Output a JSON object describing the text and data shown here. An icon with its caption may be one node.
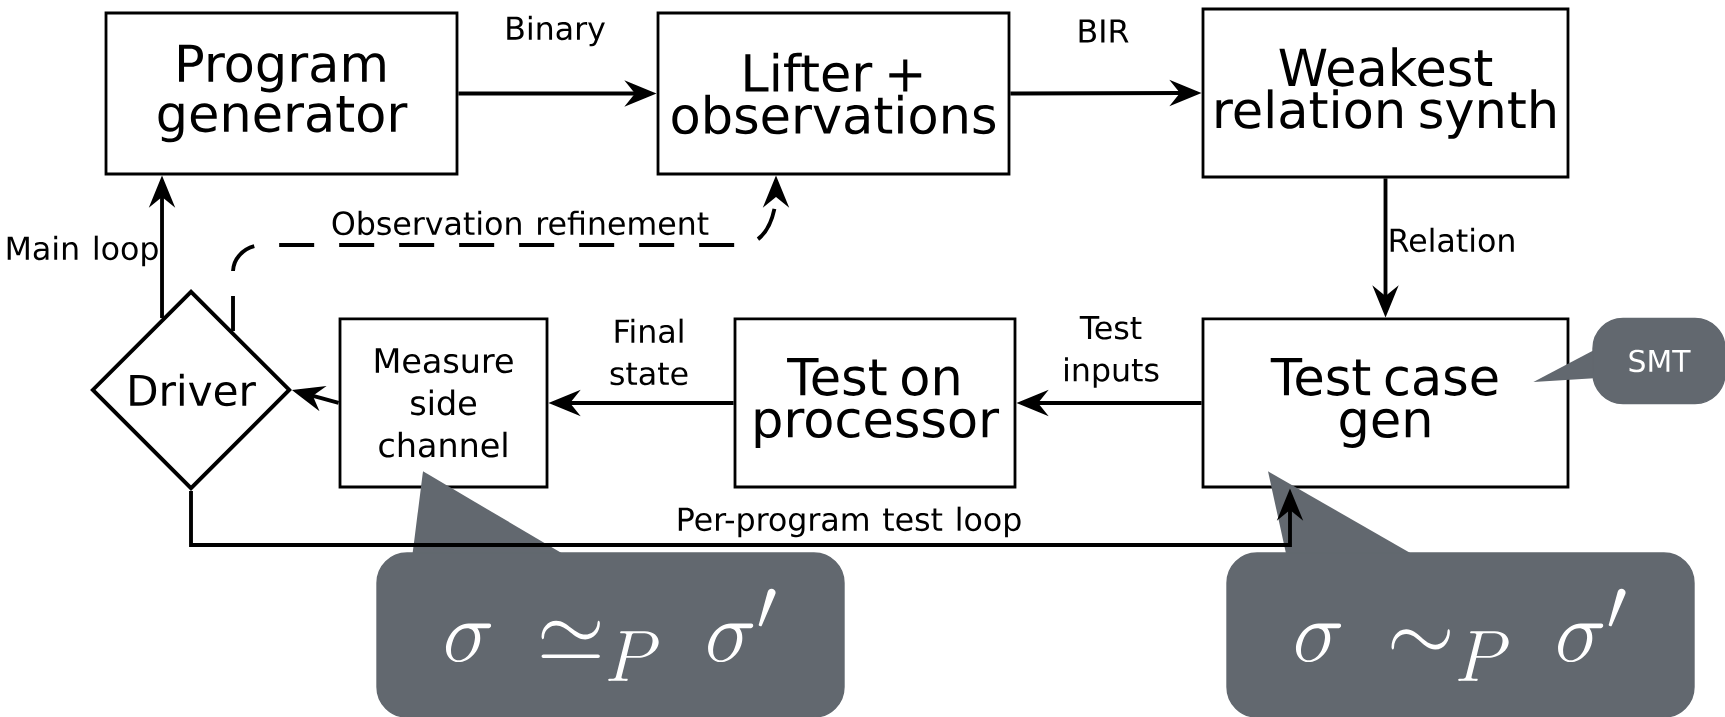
{
  "diagram": {
    "nodes": [
      {
        "text": [
          "Program generator"
        ]
      },
      {
        "text": [
          "Lifter + observations"
        ]
      },
      {
        "text": [
          "Weakest relation synth"
        ]
      },
      {
        "text": [
          "Test case gen"
        ]
      },
      {
        "text": [
          "Test on processor"
        ]
      },
      {
        "text": [
          "Measure side channel"
        ]
      },
      {
        "text": [
          "Driver"
        ]
      },
      {
        "text": [
          "SMT"
        ]
      },
      {
        "text": [
          "\\sigma \\simeq_{P} \\sigma'"
        ]
      },
      {
        "text": [
          "\\sigma \\sim_{P} \\sigma'"
        ]
      }
    ],
    "edges": [
      {
        "from": 0,
        "to": 1,
        "arrow": "to",
        "label": "Binary"
      },
      {
        "from": 1,
        "to": 2,
        "arrow": "to",
        "label": "BIR"
      },
      {
        "from": 2,
        "to": 3,
        "arrow": "to",
        "label": "Relation"
      },
      {
        "from": 3,
        "to": 4,
        "arrow": "to",
        "label": "Test inputs"
      },
      {
        "from": 4,
        "to": 5,
        "arrow": "to",
        "label": "Final state"
      },
      {
        "from": 5,
        "to": 6,
        "arrow": "to"
      },
      {
        "from": 6,
        "to": 0,
        "arrow": "to",
        "label": "Main loop"
      },
      {
        "from": 6,
        "to": 1,
        "arrow": "to",
        "label": "Observation refinement",
        "style": "dashed"
      },
      {
        "from": 6,
        "to": 3,
        "arrow": "to",
        "label": "Per-program test loop"
      }
    ]
  }
}
